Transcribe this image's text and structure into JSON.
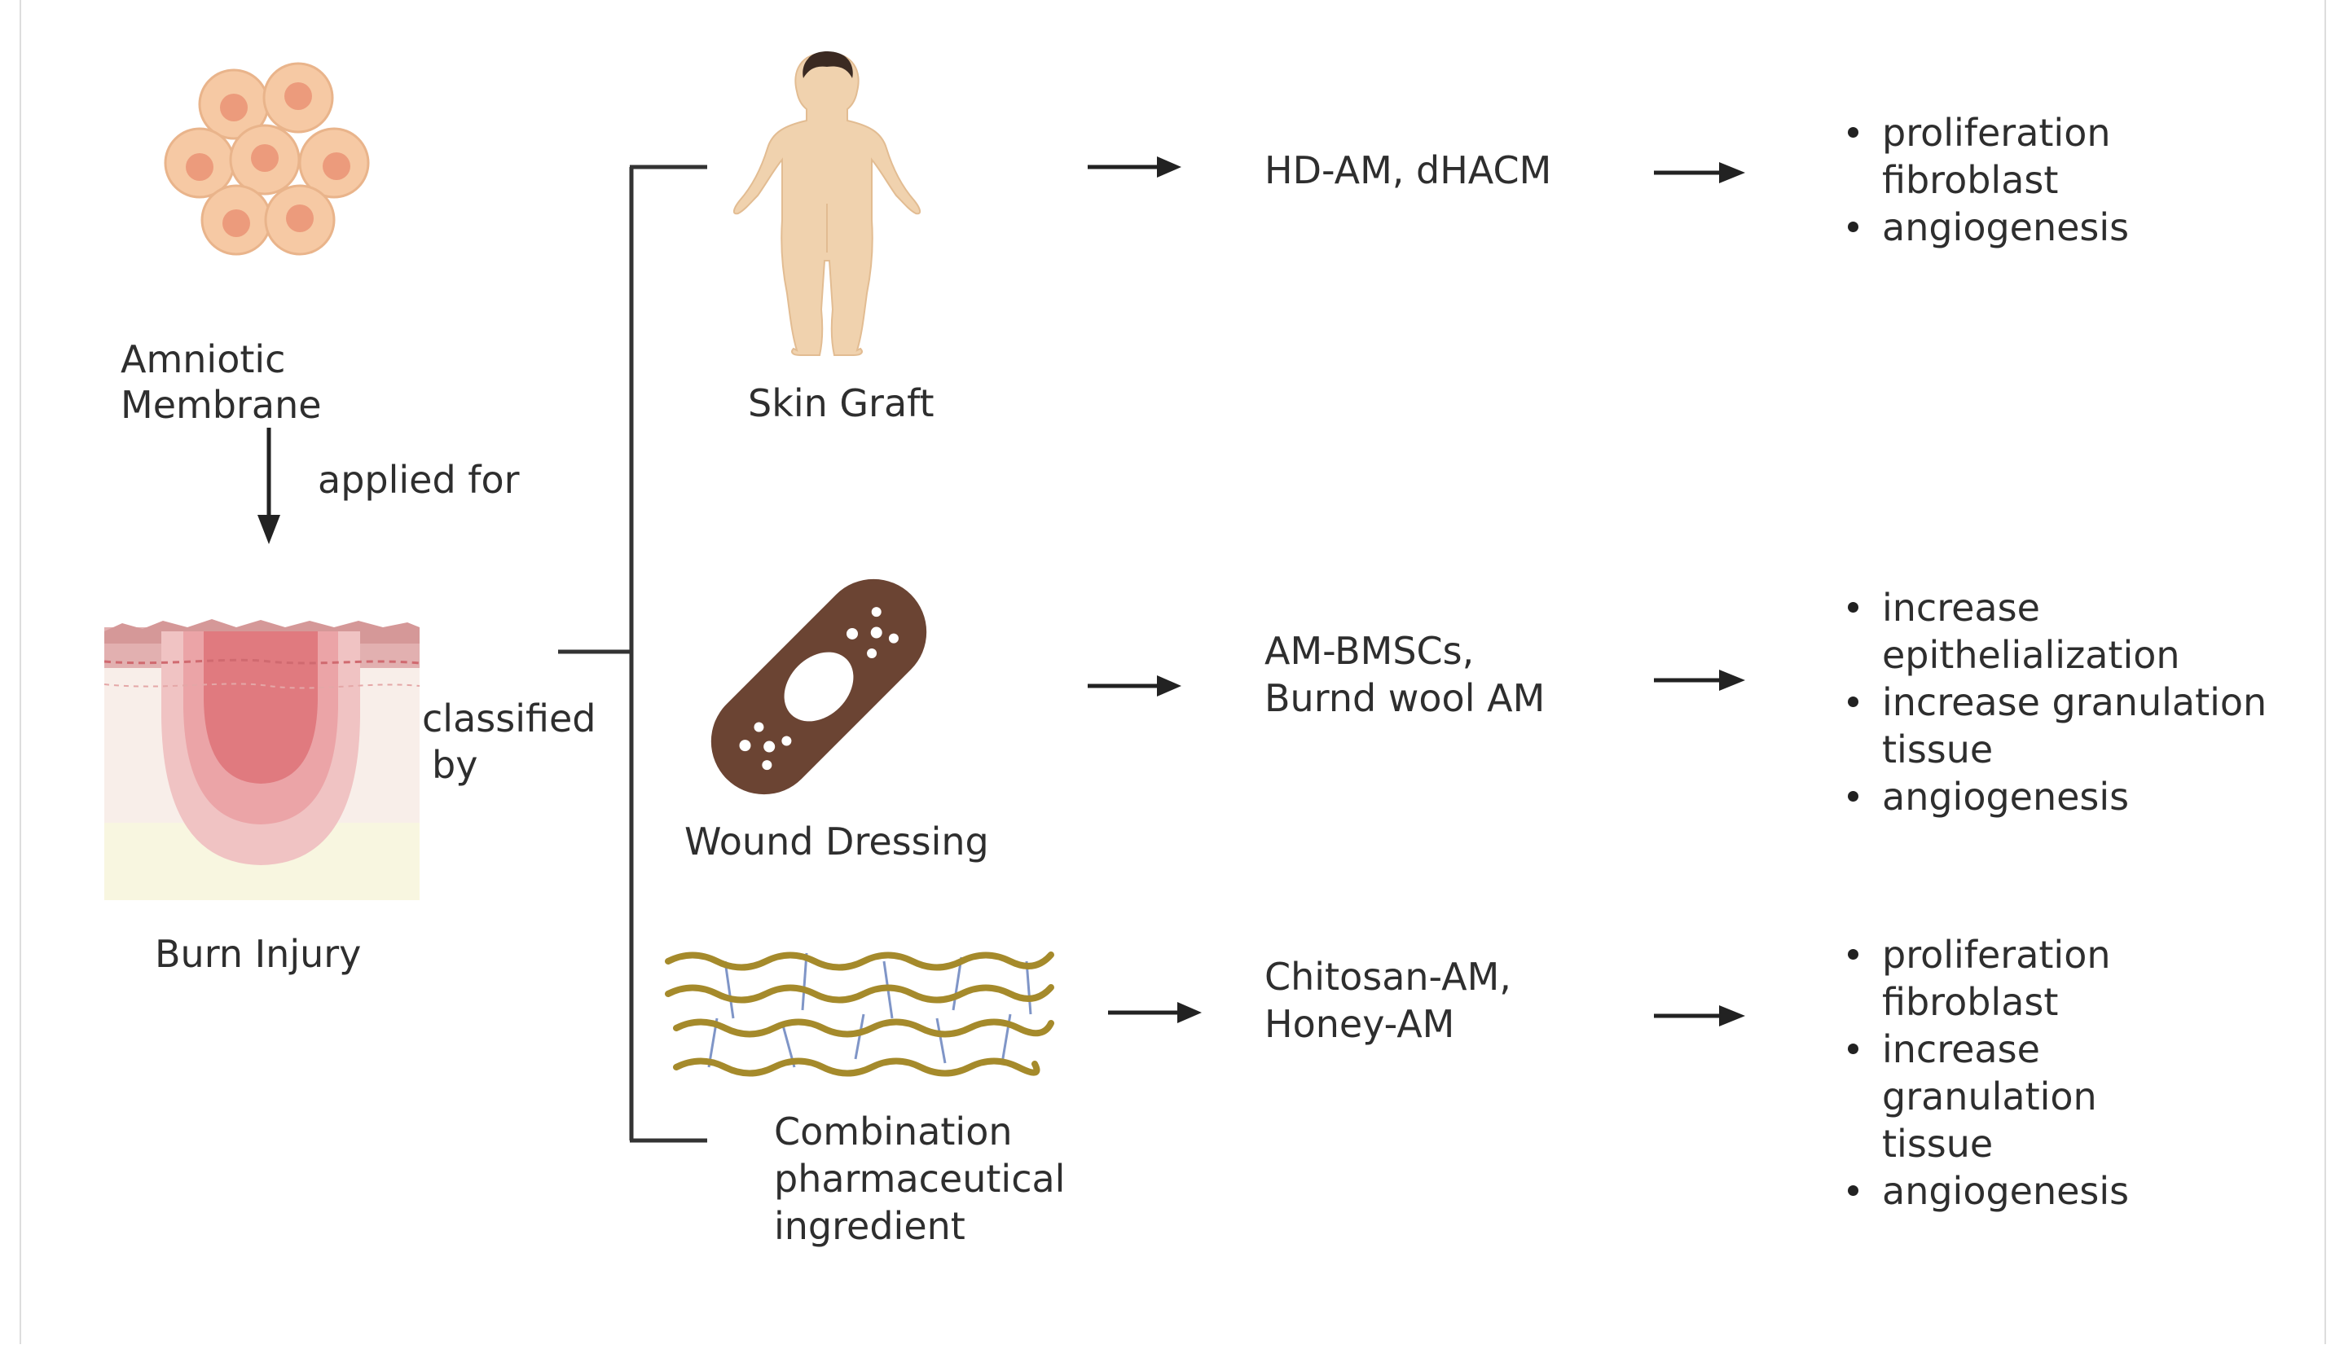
{
  "colors": {
    "arrow": "#222222",
    "cell_fill": "#f6c9a4",
    "cell_nucleus": "#ec9b7c",
    "skin_tone": "#f0d2ae",
    "bandage": "#6b4433",
    "fiber": "#a58a2b",
    "crosslink": "#7f95c7",
    "burn_red": "#e07a7f"
  },
  "icons": {
    "amniotic_membrane": "cell-cluster-icon",
    "burn_injury": "skin-burn-icon",
    "skin_graft": "human-body-icon",
    "wound_dressing": "bandage-icon",
    "combination": "fiber-mesh-icon"
  },
  "left": {
    "source_line1": "Amniotic",
    "source_line2": "Membrane",
    "applied_label": "applied for",
    "target_label": "Burn Injury",
    "classified_line1": "classified",
    "classified_line2": "by"
  },
  "rows": [
    {
      "category": [
        "Skin Graft"
      ],
      "products": [
        "HD-AM, dHACM"
      ],
      "effects": [
        [
          "proliferation",
          "fibroblast"
        ],
        [
          "angiogenesis"
        ]
      ]
    },
    {
      "category": [
        "Wound Dressing"
      ],
      "products": [
        "AM-BMSCs,",
        "Burnd wool AM"
      ],
      "effects": [
        [
          "increase",
          "epithelialization"
        ],
        [
          "increase granulation",
          "tissue"
        ],
        [
          "angiogenesis"
        ]
      ]
    },
    {
      "category": [
        "Combination",
        "pharmaceutical",
        "ingredient"
      ],
      "products": [
        "Chitosan-AM,",
        "Honey-AM"
      ],
      "effects": [
        [
          "proliferation",
          "fibroblast"
        ],
        [
          "increase",
          "granulation",
          "tissue"
        ],
        [
          "angiogenesis"
        ]
      ]
    }
  ]
}
